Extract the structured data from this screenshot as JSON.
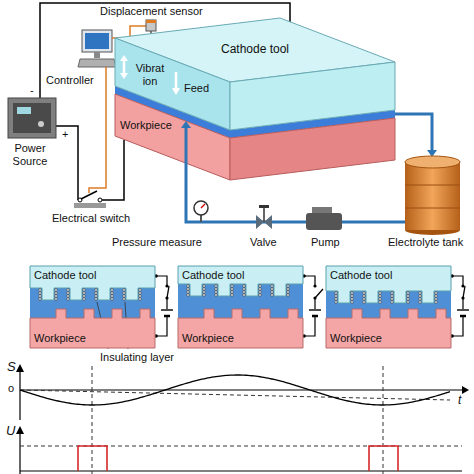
{
  "diagram": {
    "nodes": [
      {
        "text": [
          "Cathode tool"
        ]
      },
      {
        "text": [
          "Workpiece"
        ]
      },
      {
        "text": [
          "Cathode tool"
        ]
      },
      {
        "text": [
          "Workpiece"
        ]
      },
      {
        "text": [
          "Cathode tool"
        ]
      },
      {
        "text": [
          "Workpiece"
        ]
      },
      {
        "text": [
          "Cathode tool"
        ]
      },
      {
        "text": [
          "Workpiece"
        ]
      }
    ],
    "edges": [
      {
        "from": 2,
        "to": 3,
        "arrow": "none"
      },
      {
        "from": 4,
        "to": 5,
        "arrow": "none"
      },
      {
        "from": 6,
        "to": 7,
        "arrow": "none"
      }
    ],
    "labels": [
      "Displacement sensor",
      "Controller",
      "-",
      "+",
      "Power Source",
      "Vibrat ion",
      "Feed",
      "Electrical switch",
      "Pressure measure",
      "Valve",
      "Pump",
      "Electrolyte tank",
      "Insulating layer",
      "S",
      "o",
      "t",
      "U"
    ]
  }
}
